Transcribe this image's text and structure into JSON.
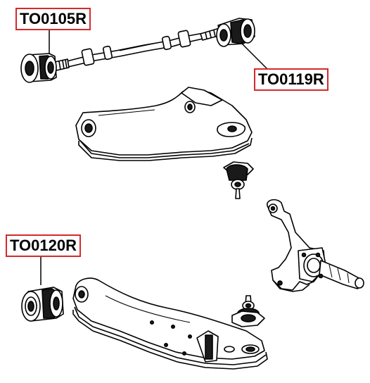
{
  "labels": {
    "top_left": "TO0105R",
    "top_right": "TO0119R",
    "bottom_left": "TO0120R"
  },
  "colors": {
    "label_border": "#d42a2a",
    "line": "#000000",
    "background": "#ffffff",
    "shadow": "#1a1a1a"
  }
}
